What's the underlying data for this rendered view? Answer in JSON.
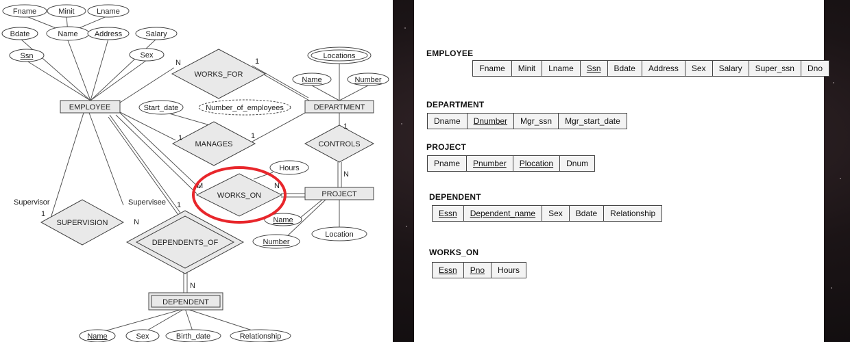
{
  "er_diagram": {
    "entities": {
      "employee": "EMPLOYEE",
      "department": "DEPARTMENT",
      "project": "PROJECT",
      "dependent": "DEPENDENT"
    },
    "relationships": {
      "works_for": "WORKS_FOR",
      "manages": "MANAGES",
      "controls": "CONTROLS",
      "works_on": "WORKS_ON",
      "supervision": "SUPERVISION",
      "dependents_of": "DEPENDENTS_OF"
    },
    "attributes": {
      "fname": "Fname",
      "minit": "Minit",
      "lname": "Lname",
      "bdate": "Bdate",
      "name": "Name",
      "address": "Address",
      "salary": "Salary",
      "ssn": "Ssn",
      "sex": "Sex",
      "locations": "Locations",
      "dept_name": "Name",
      "dept_number": "Number",
      "start_date": "Start_date",
      "number_of_employees": "Number_of_employees",
      "hours": "Hours",
      "proj_name": "Name",
      "proj_number": "Number",
      "location": "Location",
      "dep_name": "Name",
      "dep_sex": "Sex",
      "birth_date": "Birth_date",
      "relationship": "Relationship"
    },
    "roles": {
      "supervisor": "Supervisor",
      "supervisee": "Supervisee"
    },
    "cardinalities": {
      "works_for_emp": "N",
      "works_for_dept": "1",
      "manages_emp": "1",
      "manages_dept": "1",
      "controls_dept": "1",
      "controls_proj": "N",
      "works_on_emp": "M",
      "works_on_proj": "N",
      "supervision_supervisor": "1",
      "supervision_supervisee": "N",
      "dependents_of_emp": "1",
      "dependents_of_dep": "N"
    },
    "highlight_color": "#e8262b"
  },
  "relational_schema": {
    "employee": {
      "title": "EMPLOYEE",
      "columns": [
        "Fname",
        "Minit",
        "Lname",
        "Ssn",
        "Bdate",
        "Address",
        "Sex",
        "Salary",
        "Super_ssn",
        "Dno"
      ],
      "key": [
        "Ssn"
      ]
    },
    "department": {
      "title": "DEPARTMENT",
      "columns": [
        "Dname",
        "Dnumber",
        "Mgr_ssn",
        "Mgr_start_date"
      ],
      "key": [
        "Dnumber"
      ]
    },
    "project": {
      "title": "PROJECT",
      "columns": [
        "Pname",
        "Pnumber",
        "Plocation",
        "Dnum"
      ],
      "key": [
        "Pnumber",
        "Plocation"
      ]
    },
    "dependent": {
      "title": "DEPENDENT",
      "columns": [
        "Essn",
        "Dependent_name",
        "Sex",
        "Bdate",
        "Relationship"
      ],
      "key": [
        "Essn",
        "Dependent_name"
      ]
    },
    "works_on": {
      "title": "WORKS_ON",
      "columns": [
        "Essn",
        "Pno",
        "Hours"
      ],
      "key": [
        "Essn",
        "Pno"
      ]
    }
  }
}
